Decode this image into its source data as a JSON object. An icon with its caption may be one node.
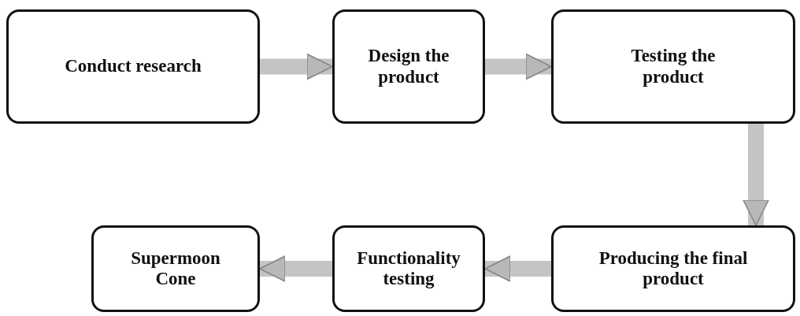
{
  "diagram": {
    "nodes": [
      {
        "text": [
          "Conduct research"
        ]
      },
      {
        "text": [
          "Design the product"
        ]
      },
      {
        "text": [
          "Testing the product"
        ]
      },
      {
        "text": [
          "Supermoon Cone"
        ]
      },
      {
        "text": [
          "Functionality testing"
        ]
      },
      {
        "text": [
          "Producing the final product"
        ]
      }
    ],
    "edges": [
      {
        "from": 0,
        "to": 1,
        "arrow": "to"
      },
      {
        "from": 1,
        "to": 2,
        "arrow": "to"
      },
      {
        "from": 2,
        "to": 5,
        "arrow": "to"
      },
      {
        "from": 5,
        "to": 4,
        "arrow": "to"
      },
      {
        "from": 4,
        "to": 3,
        "arrow": "to"
      }
    ]
  }
}
